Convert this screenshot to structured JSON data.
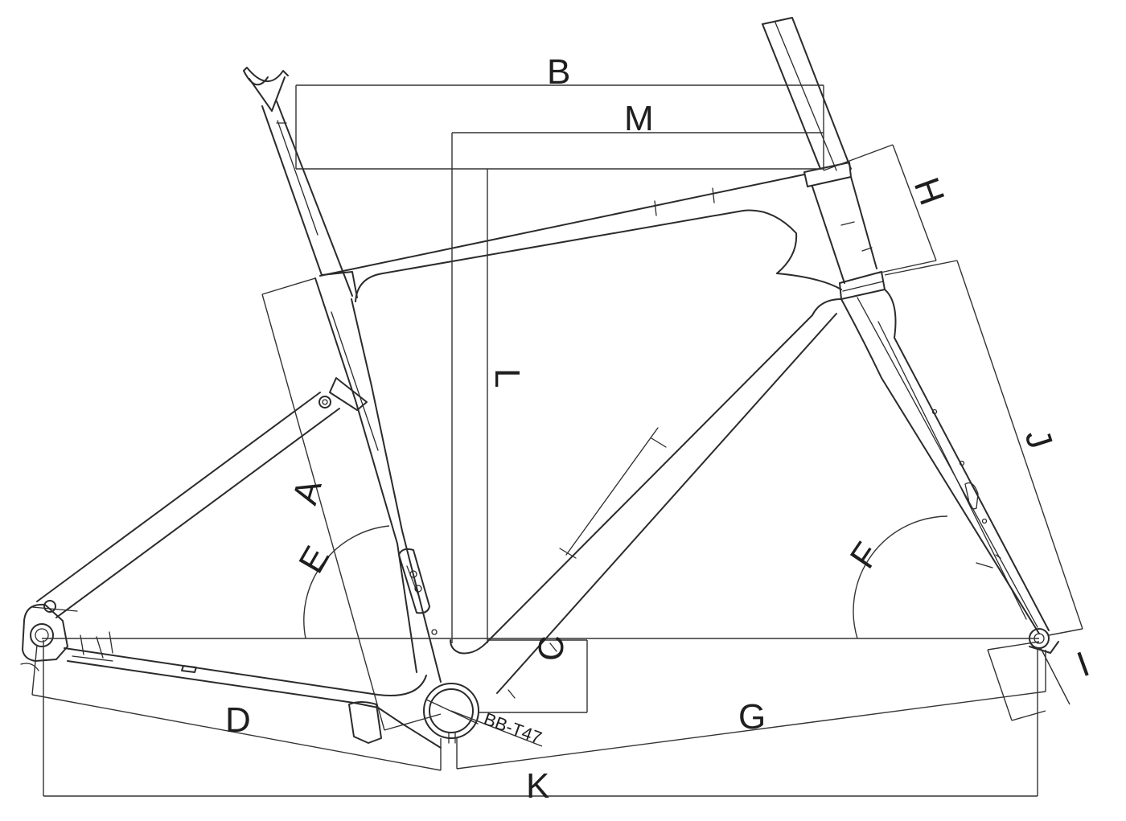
{
  "dimension_labels": {
    "a": "A",
    "b": "B",
    "c": "C",
    "d": "D",
    "e": "E",
    "f": "F",
    "g": "G",
    "h": "H",
    "i": "I",
    "j": "J",
    "k": "K",
    "l": "L",
    "m": "M"
  },
  "bottom_bracket_label": "BB-T47"
}
